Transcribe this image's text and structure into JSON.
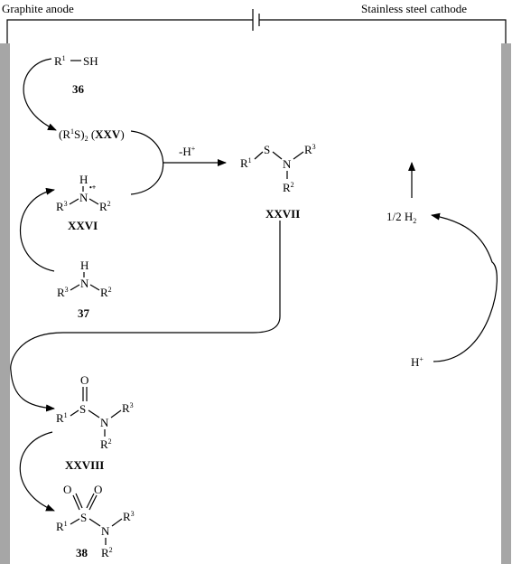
{
  "electrodes": {
    "anode_label": "Graphite anode",
    "cathode_label": "Stainless steel cathode"
  },
  "compounds": {
    "thiol": {
      "r1": "R",
      "r1_sup": "1",
      "sh": "SH",
      "number": "36"
    },
    "disulfide": {
      "text_open": "(R",
      "sup": "1",
      "text_mid": "S)",
      "sub": "2",
      "label": "XXV"
    },
    "amine_radical": {
      "h": "H",
      "radical": "•+",
      "n": "N",
      "r3": "R",
      "r3_sup": "3",
      "r2": "R",
      "r2_sup": "2",
      "label": "XXVI"
    },
    "amine": {
      "h": "H",
      "n": "N",
      "r3": "R",
      "r3_sup": "3",
      "r2": "R",
      "r2_sup": "2",
      "number": "37"
    },
    "sulfenamide": {
      "r1": "R",
      "r1_sup": "1",
      "s": "S",
      "n": "N",
      "r3": "R",
      "r3_sup": "3",
      "r2": "R",
      "r2_sup": "2",
      "label": "XXVII"
    },
    "sulfinamide": {
      "o": "O",
      "r1": "R",
      "r1_sup": "1",
      "s": "S",
      "n": "N",
      "r3": "R",
      "r3_sup": "3",
      "r2": "R",
      "r2_sup": "2",
      "label": "XXVIII"
    },
    "sulfonamide": {
      "o1": "O",
      "o2": "O",
      "r1": "R",
      "r1_sup": "1",
      "s": "S",
      "n": "N",
      "r3": "R",
      "r3_sup": "3",
      "r2": "R",
      "r2_sup": "2",
      "number": "38"
    }
  },
  "annotations": {
    "minus_h": "-H",
    "minus_h_sup": "+",
    "h2_prefix": "1/2 H",
    "h2_sub": "2",
    "h_plus": "H",
    "h_plus_sup": "+"
  }
}
